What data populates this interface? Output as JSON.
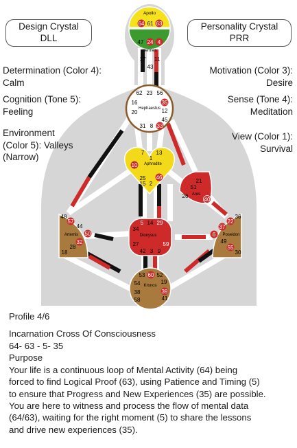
{
  "crystals": {
    "design": {
      "title": "Design Crystal",
      "sub": "DLL"
    },
    "personality": {
      "title": "Personality  Crystal",
      "sub": "PRR"
    }
  },
  "left_labels": {
    "determination": [
      "Determination (Color 4):",
      "Calm"
    ],
    "cognition": [
      "Cognition (Tone 5):",
      "Feeling"
    ],
    "environment": [
      "Environment",
      "(Color 5): Valleys",
      "(Narrow)"
    ]
  },
  "right_labels": {
    "motivation": [
      "Motivation (Color 3):",
      "Desire"
    ],
    "sense": [
      "Sense (Tone 4):",
      "Meditation"
    ],
    "view": [
      "View (Color 1):",
      "Survival"
    ]
  },
  "centers": {
    "apollo": {
      "name": "Apollo",
      "gates": [
        "64",
        "61",
        "63"
      ]
    },
    "hermes": {
      "name": "Hermes",
      "gates": [
        "47",
        "24",
        "4",
        "17",
        "11",
        "43"
      ]
    },
    "hephaestus": {
      "name": "Hephaestus",
      "gates": [
        "62",
        "23",
        "56",
        "16",
        "35",
        "20",
        "12",
        "45",
        "31",
        "8",
        "33"
      ]
    },
    "aphrodite": {
      "name": "Aphrodite",
      "gates": [
        "7",
        "1",
        "13",
        "10",
        "25",
        "15",
        "2",
        "46"
      ]
    },
    "ares": {
      "name": "Ares",
      "gates": [
        "21",
        "51",
        "26",
        "40"
      ]
    },
    "artemis": {
      "name": "Artemis",
      "gates": [
        "48",
        "57",
        "44",
        "50",
        "32",
        "28",
        "18"
      ]
    },
    "dionysus": {
      "name": "Dionysus",
      "gates": [
        "5",
        "14",
        "29",
        "34",
        "27",
        "59",
        "42",
        "3",
        "9"
      ]
    },
    "poseidon": {
      "name": "Poseidon",
      "gates": [
        "36",
        "22",
        "37",
        "6",
        "49",
        "55",
        "30"
      ]
    },
    "kronos": {
      "name": "Kronos",
      "gates": [
        "53",
        "60",
        "52",
        "54",
        "19",
        "38",
        "39",
        "58",
        "41"
      ]
    }
  },
  "colors": {
    "silhouette": "#d6d6d6",
    "apollo": "#f5e11c",
    "hermes": "#3d9a2e",
    "red": "#cf2a2a",
    "yellow": "#f2da1a",
    "brown": "#a87a3e",
    "channel_dark": "#111111"
  },
  "profile": "Profile 4/6",
  "cross": "Incarnation Cross Of Consciousness",
  "cross_gates": "64- 63 - 5- 35",
  "purpose_title": "Purpose",
  "purpose_lines": [
    "Your life is a continuous loop of Mental Activity (64) being",
    "forced to find Logical Proof (63), using Patience and Timing (5)",
    "to ensure that Progress and New Experiences (35) are possible.",
    "You are here to witness and process the flow of mental data",
    "(64/63), waiting for the right moment (5) to share the lessons",
    "and drive new experiences (35)."
  ]
}
